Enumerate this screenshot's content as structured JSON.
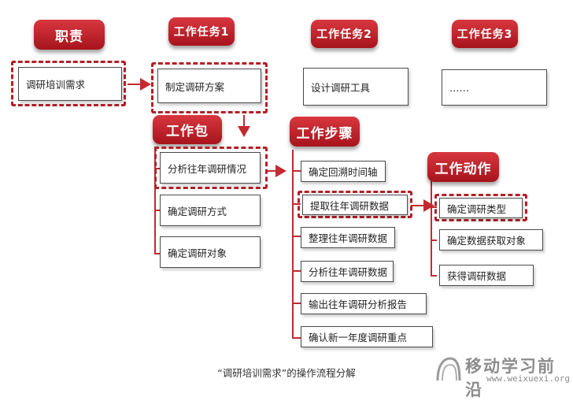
{
  "headers": {
    "duty": "职责",
    "task1": "工作任务1",
    "task2": "工作任务2",
    "task3": "工作任务3",
    "package": "工作包",
    "steps": "工作步骤",
    "actions": "工作动作"
  },
  "duty_box": "调研培训需求",
  "task_boxes": [
    "制定调研方案",
    "设计调研工具",
    "……"
  ],
  "package_items": [
    "分析往年调研情况",
    "确定调研方式",
    "确定调研对象"
  ],
  "step_items": [
    "确定回溯时间轴",
    "提取往年调研数据",
    "整理往年调研数据",
    "分析往年调研数据",
    "输出往年调研分析报告",
    "确认新一年度调研重点"
  ],
  "action_items": [
    "确定调研类型",
    "确定数据获取对象",
    "获得调研数据"
  ],
  "caption": "“调研培训需求”的操作流程分解",
  "watermark": {
    "name": "移动学习前沿",
    "url": "www.weixuexi.org"
  },
  "colors": {
    "header_red": "#b5161f",
    "dash_red": "#b41f26",
    "line_red": "#c22a30"
  }
}
